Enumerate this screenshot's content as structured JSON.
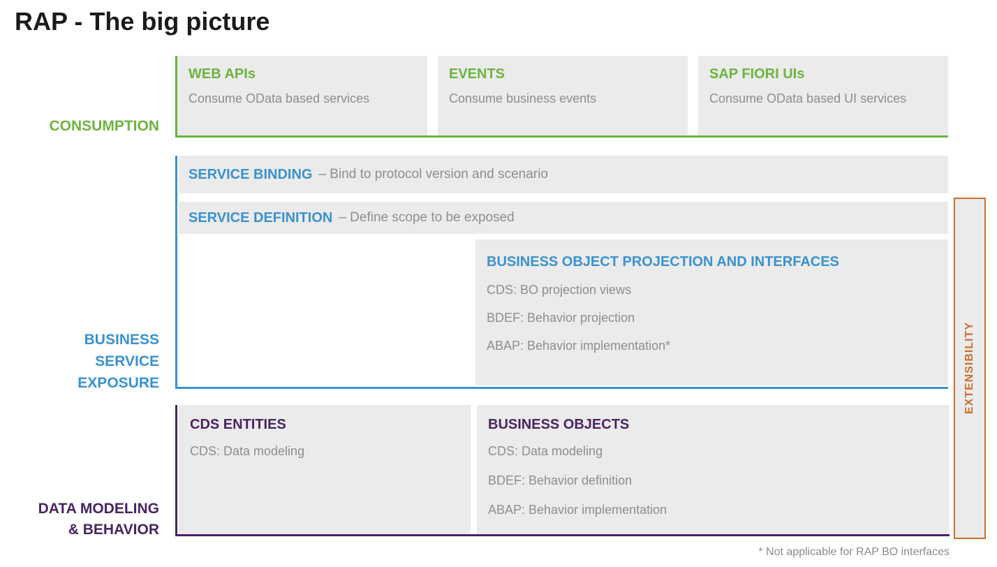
{
  "page": {
    "title": "RAP - The big picture",
    "footnote": "* Not applicable for RAP BO interfaces"
  },
  "colors": {
    "green": "#6cb43e",
    "blue": "#3a92d0",
    "purple": "#472463",
    "orange": "#c96f2f",
    "box_background": "#ebebeb",
    "body_text": "#8e8e8e",
    "title_text": "#1b1b1b"
  },
  "sections": {
    "consumption": {
      "label": "CONSUMPTION",
      "boxes": [
        {
          "title": "WEB APIs",
          "lines": [
            "Consume OData based services"
          ]
        },
        {
          "title": "EVENTS",
          "lines": [
            "Consume business events"
          ]
        },
        {
          "title": "SAP FIORI UIs",
          "lines": [
            "Consume OData based UI services"
          ]
        }
      ]
    },
    "exposure": {
      "label_lines": [
        "BUSINESS",
        "SERVICE",
        "EXPOSURE"
      ],
      "bars": [
        {
          "title": "SERVICE BINDING",
          "description": "– Bind to protocol version and scenario"
        },
        {
          "title": "SERVICE DEFINITION",
          "description": "– Define scope to be exposed"
        }
      ],
      "projection_box": {
        "title": "BUSINESS OBJECT PROJECTION AND INTERFACES",
        "lines": [
          "CDS: BO projection views",
          "BDEF: Behavior projection",
          "ABAP: Behavior implementation*"
        ]
      }
    },
    "data_modeling": {
      "label_lines": [
        "DATA MODELING",
        "& BEHAVIOR"
      ],
      "boxes": [
        {
          "title": "CDS ENTITIES",
          "lines": [
            "CDS: Data modeling"
          ]
        },
        {
          "title": "BUSINESS OBJECTS",
          "lines": [
            "CDS: Data modeling",
            "BDEF: Behavior definition",
            "ABAP: Behavior implementation"
          ]
        }
      ]
    },
    "extensibility": {
      "label": "EXTENSIBILITY"
    }
  }
}
